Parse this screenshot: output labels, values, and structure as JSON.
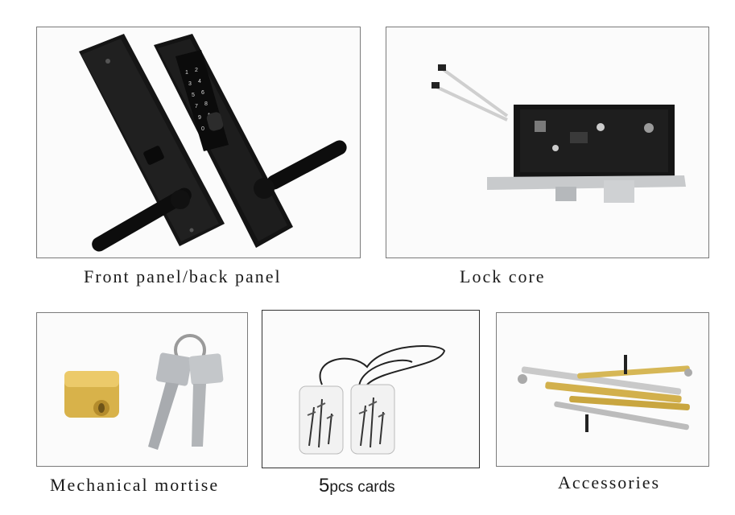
{
  "panels": {
    "front_back": {
      "caption": "Front panel/back panel"
    },
    "lock_core": {
      "caption": "Lock core"
    },
    "mortise": {
      "caption": "Mechanical mortise"
    },
    "cards": {
      "caption_num": "5",
      "caption_text": "pcs cards"
    },
    "accessories": {
      "caption": "Accessories"
    }
  },
  "keypad": {
    "keys": [
      "1",
      "2",
      "3",
      "4",
      "5",
      "6",
      "7",
      "8",
      "9",
      "*",
      "0",
      "#"
    ]
  },
  "colors": {
    "lock_body": "#111111",
    "brass": "#d8b24a",
    "steel": "#b9bcc0",
    "frame_border": "#7a7a7a"
  }
}
